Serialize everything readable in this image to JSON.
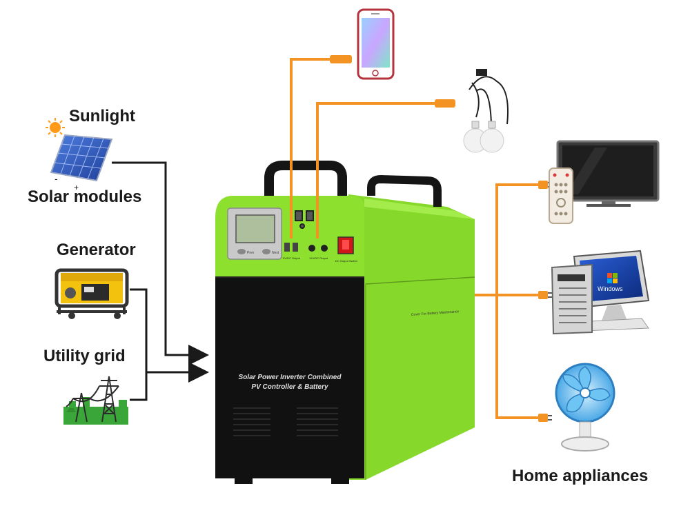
{
  "labels": {
    "sunlight": "Sunlight",
    "solar_modules": "Solar modules",
    "generator": "Generator",
    "utility_grid": "Utility grid",
    "home_appliances": "Home appliances"
  },
  "unit": {
    "front_text_line1": "Solar Power Inverter Combined",
    "front_text_line2": "PV Controller & Battery",
    "usb_label": "5V/DC Output",
    "dc_label": "12V/DC Output",
    "switch_label": "DC Output Switch",
    "side_label": "Cover For Battery Maintenance",
    "lcd_button_left": "Prev",
    "lcd_button_right": "Next"
  },
  "monitor_text": "Windows",
  "solar_signs": {
    "minus": "-",
    "plus": "+"
  },
  "colors": {
    "unit_green": "#8ee02f",
    "unit_black": "#111111",
    "cable_orange": "#f39323",
    "wire_black": "#1a1a1a"
  }
}
